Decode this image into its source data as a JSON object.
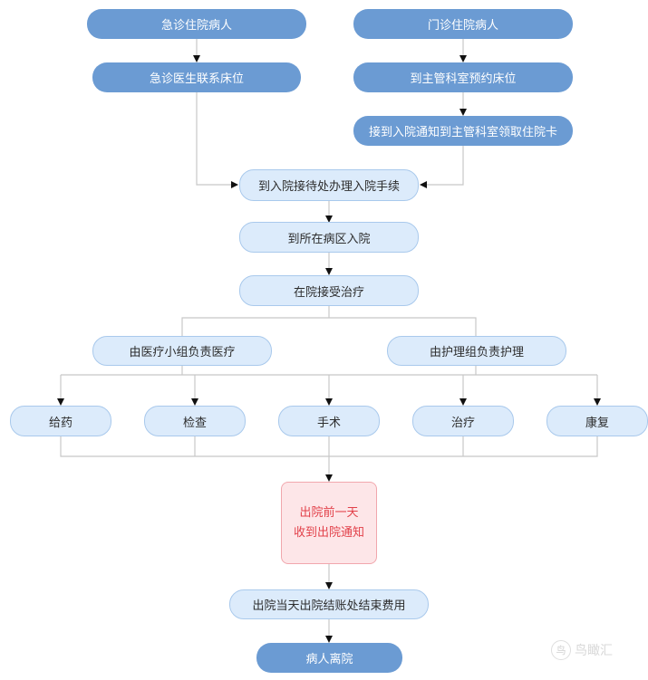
{
  "nodes": {
    "emergency_patient": "急诊住院病人",
    "outpatient_patient": "门诊住院病人",
    "emergency_doctor_contact_bed": "急诊医生联系床位",
    "dept_reserve_bed": "到主管科室预约床位",
    "receive_notice_get_card": "接到入院通知到主管科室领取住院卡",
    "admission_procedures": "到入院接待处办理入院手续",
    "go_to_ward": "到所在病区入院",
    "receive_treatment": "在院接受治疗",
    "medical_team": "由医疗小组负责医疗",
    "nursing_team": "由护理组负责护理",
    "medicine": "给药",
    "examination": "检查",
    "surgery": "手术",
    "therapy": "治疗",
    "rehabilitation": "康复",
    "discharge_notice_line1": "出院前一天",
    "discharge_notice_line2": "收到出院通知",
    "settle_fees": "出院当天出院结账处结束费用",
    "patient_discharge": "病人离院"
  },
  "watermark": {
    "icon_text": "鸟",
    "text": "鸟瞰汇"
  },
  "colors": {
    "dark_node": "#6b9bd3",
    "light_node": "#dcebfb",
    "light_border": "#a9c9ec",
    "red_node": "#fde6e8",
    "red_text": "#e2414a",
    "connector": "#c8c8c8",
    "arrow": "#111111"
  }
}
